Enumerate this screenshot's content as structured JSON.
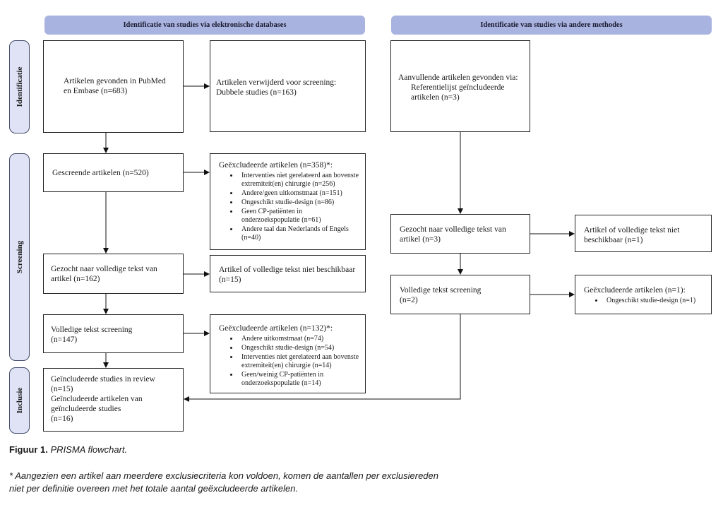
{
  "headers": {
    "databases": "Identificatie van studies via elektronische databases",
    "other": "Identificatie van studies via andere methodes"
  },
  "stages": {
    "identification": "Identificatie",
    "screening": "Screening",
    "inclusion": "Inclusie"
  },
  "boxes": {
    "found": "Artikelen gevonden in PubMed\nen Embase (n=683)",
    "removed": "Artikelen verwijderd voor screening:\nDubbele studies (n=163)",
    "screened": "Gescreende artikelen (n=520)",
    "excluded1": {
      "title": "Geëxcludeerde artikelen (n=358)*:",
      "items": [
        "Interventies niet gerelateerd aan bovenste extremiteit(en) chirurgie (n=256)",
        "Andere/geen uitkomstmaat (n=151)",
        "Ongeschikt studie-design (n=86)",
        "Geen CP-patiënten in onderzoekspopulatie (n=61)",
        "Andere taal dan Nederlands of Engels (n=40)"
      ]
    },
    "sought": "Gezocht naar volledige tekst van\nartikel (n=162)",
    "not_available": "Artikel of volledige tekst niet beschikbaar\n(n=15)",
    "fulltext": "Volledige tekst screening\n(n=147)",
    "excluded2": {
      "title": "Geëxcludeerde artikelen (n=132)*:",
      "items": [
        "Andere uitkomstmaat (n=74)",
        "Ongeschikt studie-design (n=54)",
        "Interventies niet gerelateerd aan bovenste extremiteit(en) chirurgie (n=14)",
        "Geen/weinig CP-patiënten in onderzoekspopulatie (n=14)"
      ]
    },
    "included": "Geïncludeerde studies in review\n(n=15)\nGeïncludeerde artikelen van\ngeïncludeerde studies\n(n=16)",
    "other_found_title": "Aanvullende artikelen gevonden via:",
    "other_found_sub": "Referentielijst geïncludeerde\nartikelen (n=3)",
    "other_sought": "Gezocht naar volledige tekst van\nartikel (n=3)",
    "other_not_available": "Artikel of volledige tekst niet\nbeschikbaar (n=1)",
    "other_fulltext": "Volledige tekst screening\n(n=2)",
    "other_excluded": {
      "title": "Geëxcludeerde artikelen (n=1):",
      "items": [
        "Ongeschikt studie-design (n=1)"
      ]
    }
  },
  "caption": {
    "label": "Figuur 1.",
    "text": "PRISMA flowchart."
  },
  "footnote": "* Aangezien een artikel aan meerdere exclusiecriteria kon voldoen, komen de aantallen per exclusiereden\nniet per definitie overeen met het totale aantal geëxcludeerde artikelen.",
  "colors": {
    "header_bg": "#a9b3e0",
    "stage_bg": "#dfe3f5"
  }
}
